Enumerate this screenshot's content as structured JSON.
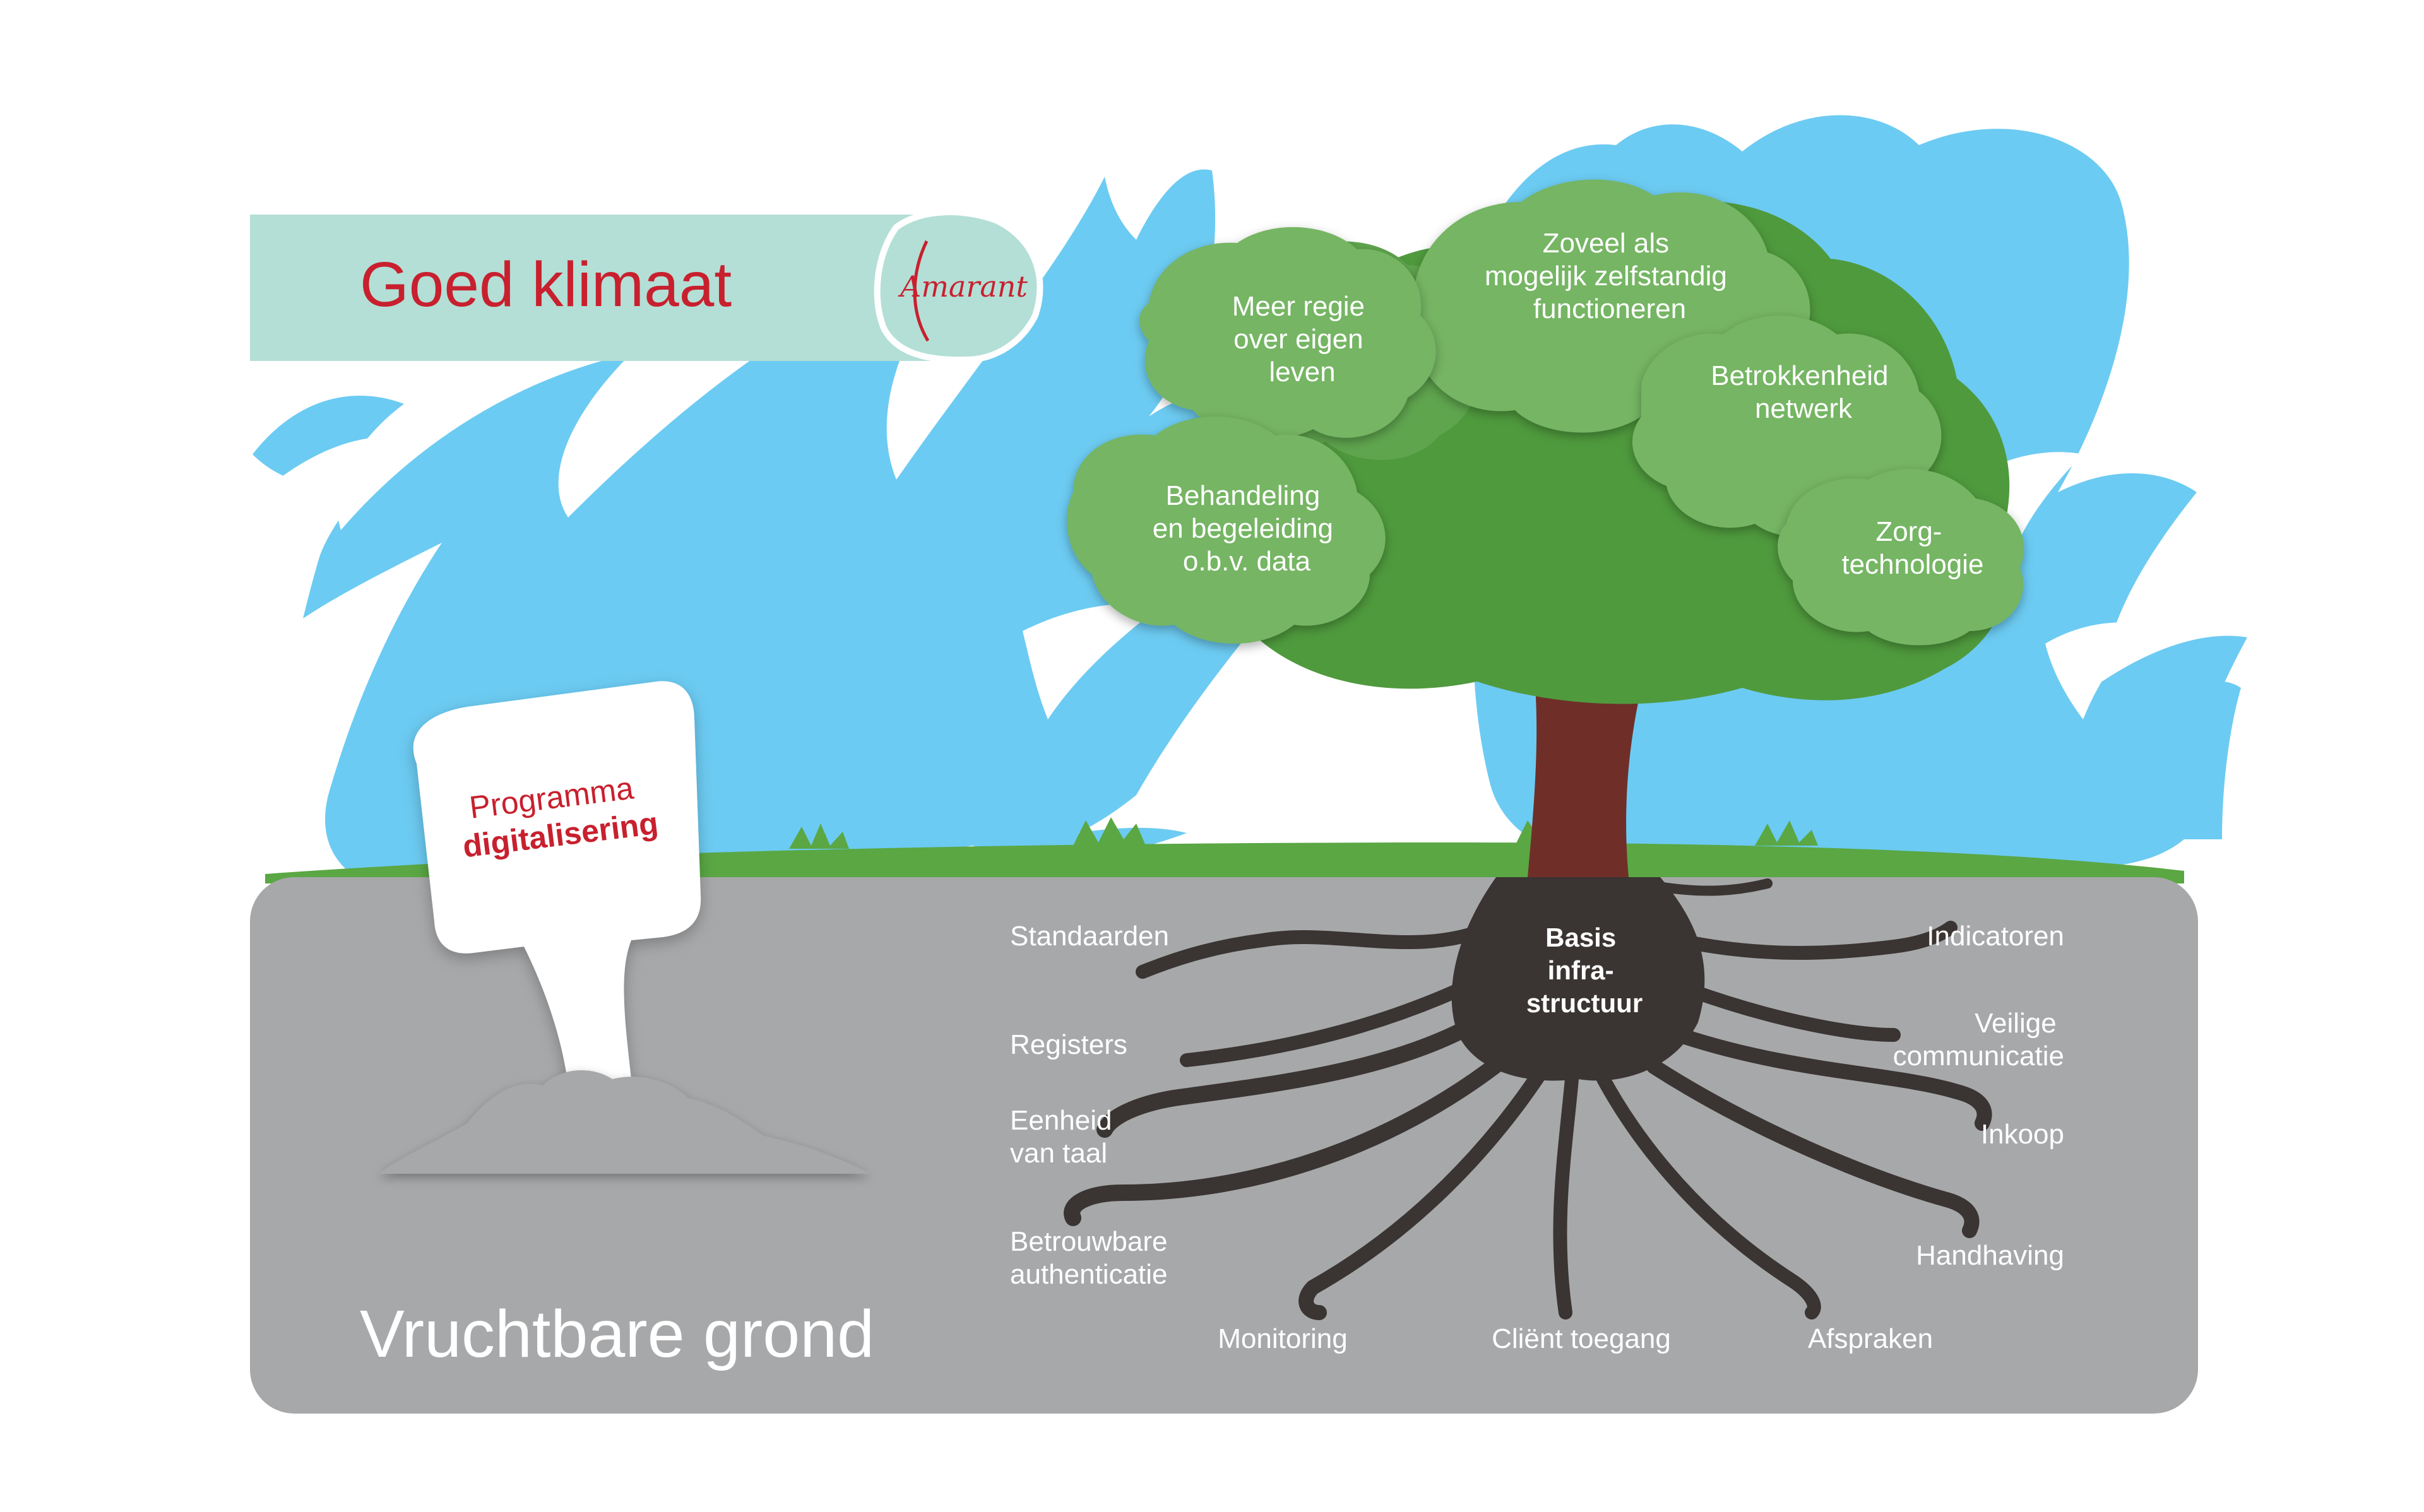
{
  "banner": {
    "title": "Goed klimaat",
    "logo_text": "Amarant"
  },
  "sign": {
    "line1": "Programma",
    "line2": "digitalisering"
  },
  "ground": {
    "title": "Vruchtbare grond"
  },
  "crown": {
    "items": [
      {
        "lines": [
          "Meer regie",
          "over eigen",
          "leven"
        ]
      },
      {
        "lines": [
          "Zoveel als",
          "mogelijk zelfstandig",
          "functioneren"
        ]
      },
      {
        "lines": [
          "Betrokkenheid",
          "netwerk"
        ]
      },
      {
        "lines": [
          "Behandeling",
          "en begeleiding",
          "o.b.v. data"
        ]
      },
      {
        "lines": [
          "Zorg-",
          "technologie"
        ]
      }
    ]
  },
  "trunk_base": {
    "lines": [
      "Basis",
      "infra-",
      "structuur"
    ]
  },
  "roots": {
    "left": [
      {
        "lines": [
          "Standaarden"
        ]
      },
      {
        "lines": [
          "Registers"
        ]
      },
      {
        "lines": [
          "Eenheid",
          "van taal"
        ]
      },
      {
        "lines": [
          "Betrouwbare",
          "authenticatie"
        ]
      }
    ],
    "right": [
      {
        "lines": [
          "Indicatoren"
        ]
      },
      {
        "lines": [
          "Veilige",
          "communicatie"
        ]
      },
      {
        "lines": [
          "Inkoop"
        ]
      },
      {
        "lines": [
          "Handhaving"
        ]
      }
    ],
    "bottom": [
      {
        "lines": [
          "Monitoring"
        ]
      },
      {
        "lines": [
          "Cliënt toegang"
        ]
      },
      {
        "lines": [
          "Afspraken"
        ]
      }
    ]
  },
  "colors": {
    "sky": "#6ccbf2",
    "ground": "#a7a8aa",
    "grass": "#5aa744",
    "canopy_dark": "#4f9a3d",
    "canopy_mid": "#5fa54e",
    "canopy_light": "#74b564",
    "trunk": "#6f2f28",
    "roots": "#3a3432",
    "banner": "#b3dfd6",
    "accent_red": "#c8202e"
  }
}
